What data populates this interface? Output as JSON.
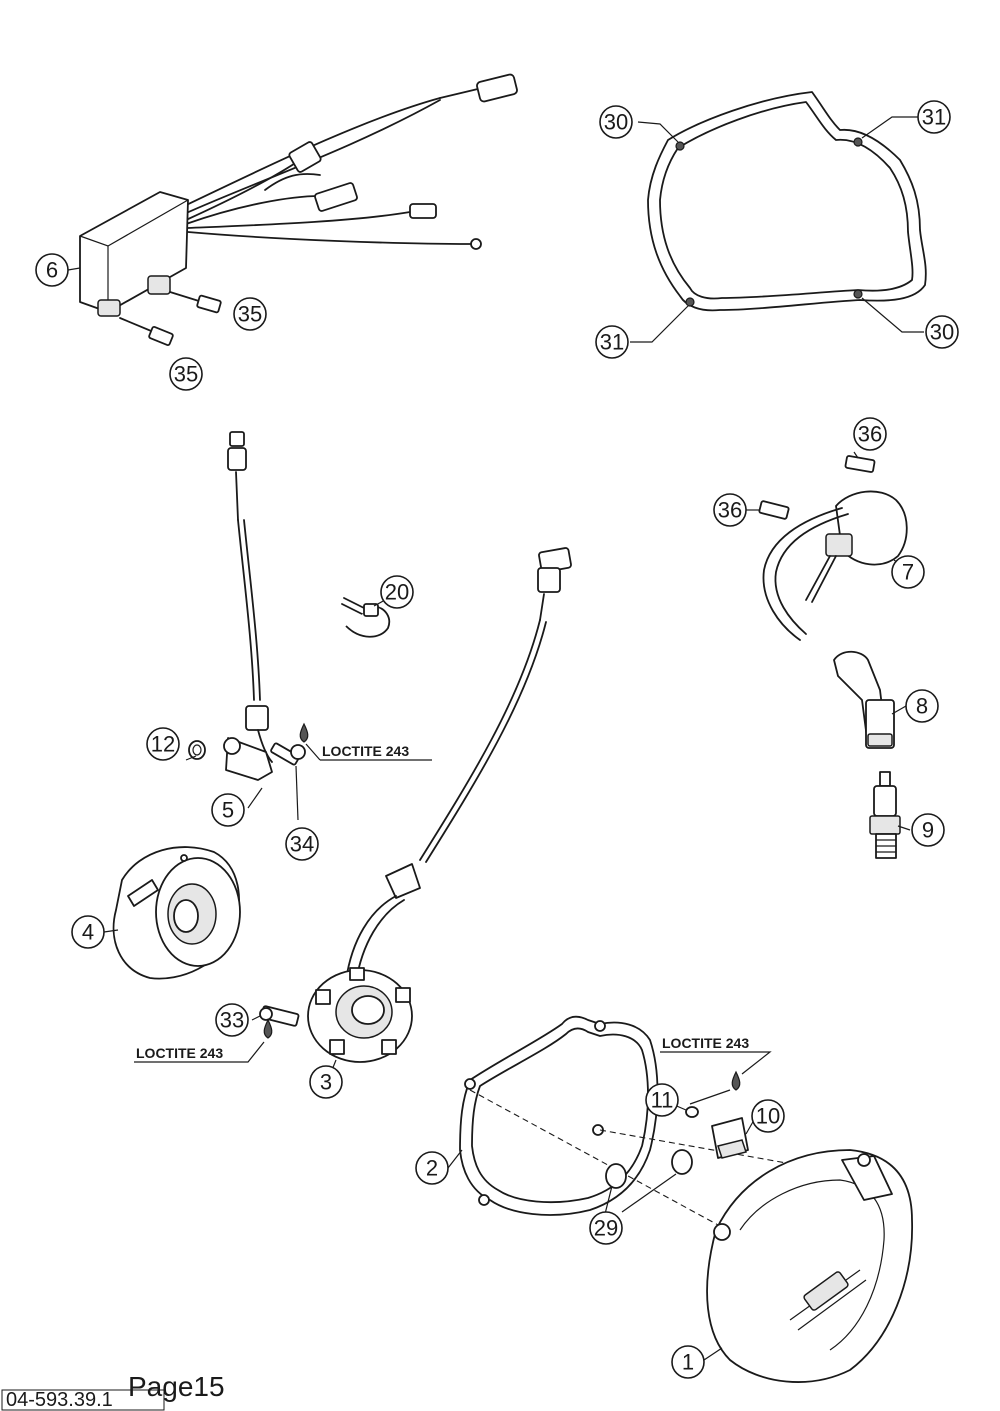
{
  "callouts": {
    "c1": "1",
    "c2": "2",
    "c3": "3",
    "c4": "4",
    "c5": "5",
    "c6": "6",
    "c7": "7",
    "c8": "8",
    "c9": "9",
    "c10": "10",
    "c11": "11",
    "c12": "12",
    "c20": "20",
    "c29": "29",
    "c30a": "30",
    "c30b": "30",
    "c31a": "31",
    "c31b": "31",
    "c33": "33",
    "c34": "34",
    "c35a": "35",
    "c35b": "35",
    "c36a": "36",
    "c36b": "36"
  },
  "notes": {
    "loctite_a": "LOCTITE 243",
    "loctite_b": "LOCTITE 243",
    "loctite_c": "LOCTITE 243"
  },
  "footer": {
    "drawing_number": "04-593.39.1",
    "page_label": "Page15"
  }
}
